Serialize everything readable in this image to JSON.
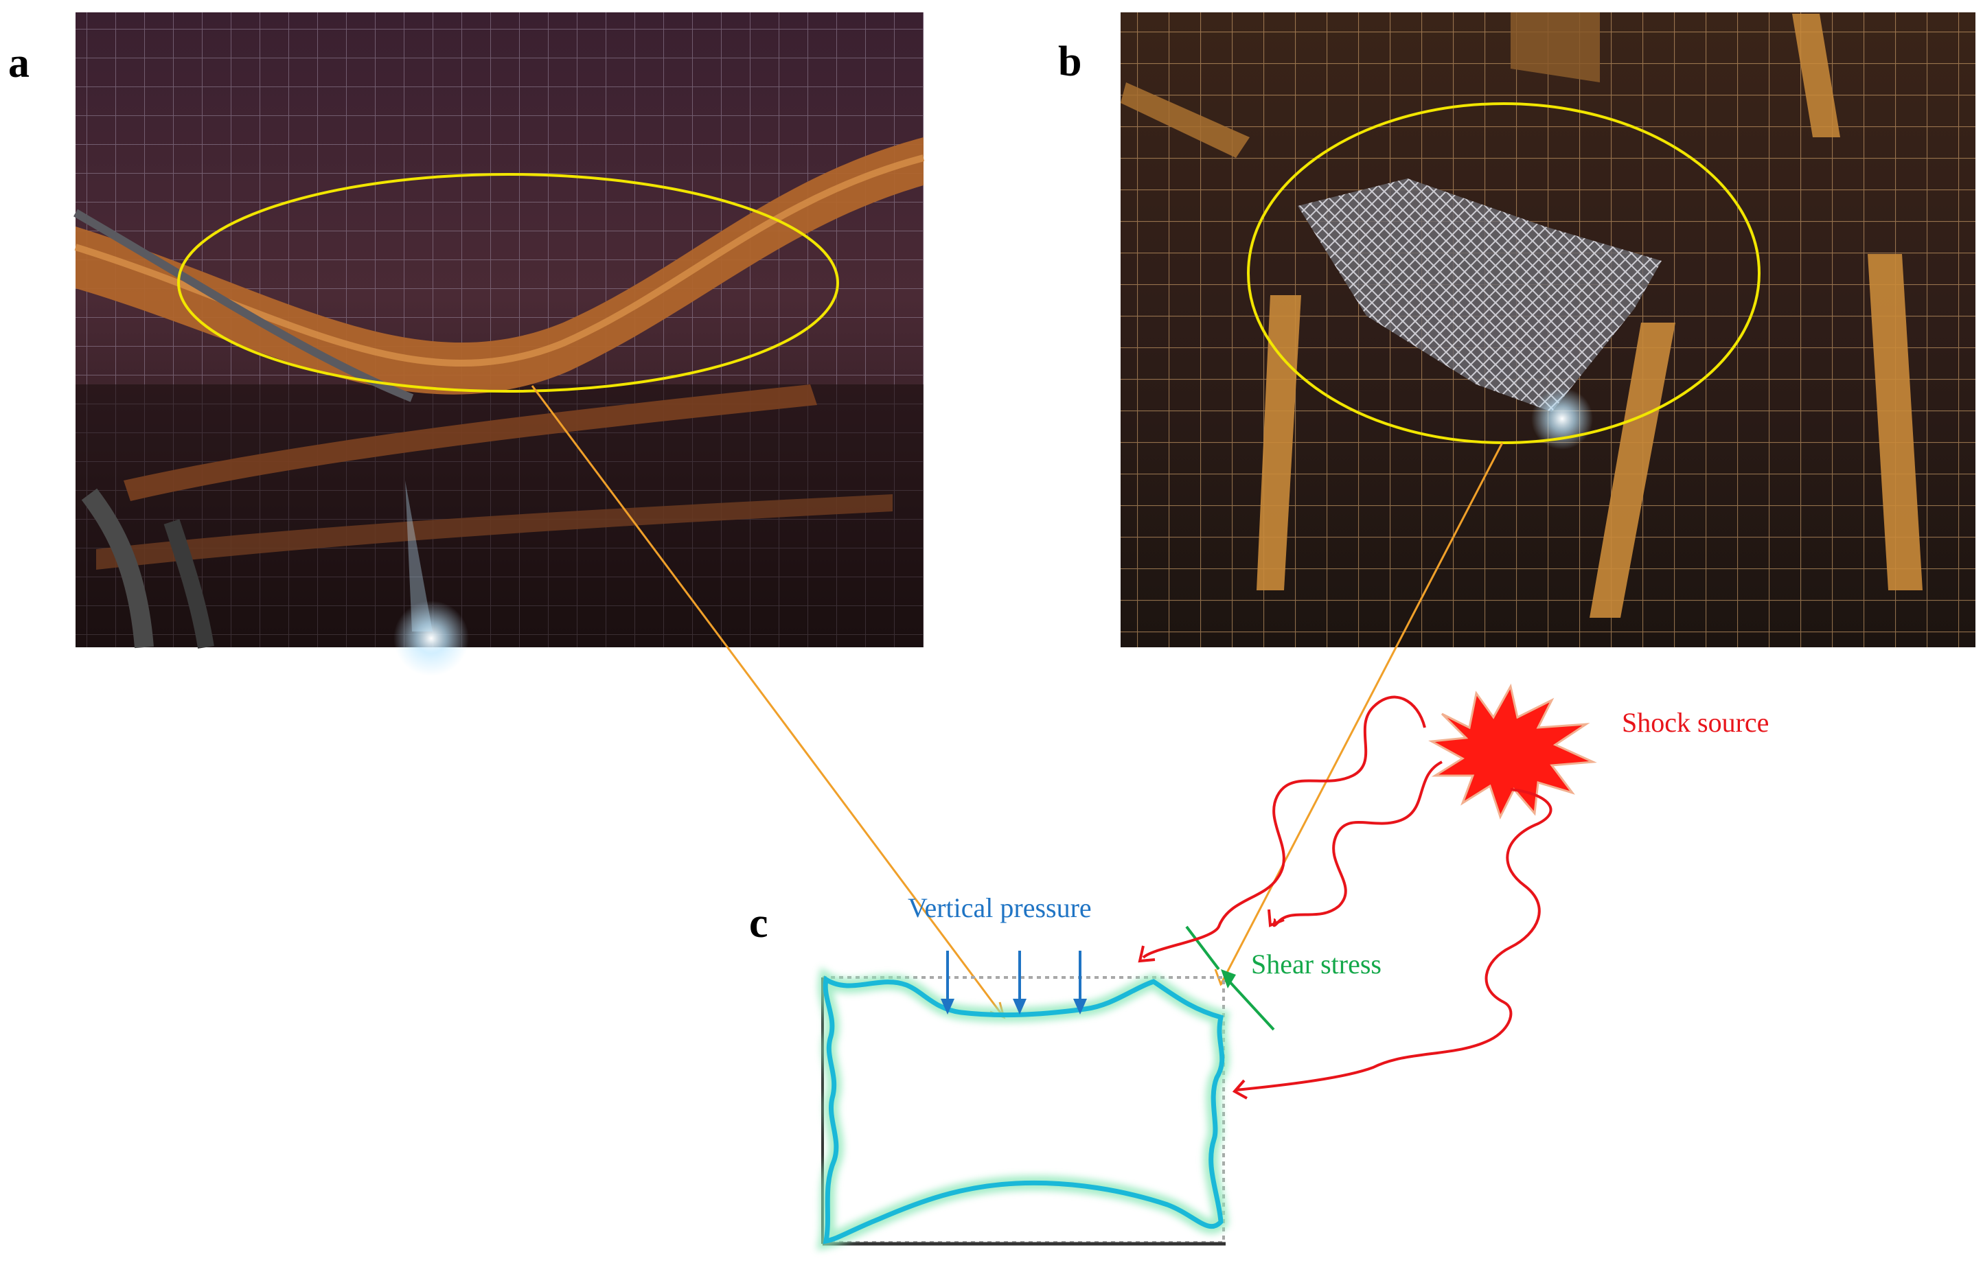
{
  "panels": {
    "a": {
      "letter": "a"
    },
    "b": {
      "letter": "b"
    },
    "c": {
      "letter": "c"
    }
  },
  "labels": {
    "vertical_pressure": "Vertical pressure",
    "shear_stress": "Shear stress",
    "shock_source": "Shock source"
  },
  "colors": {
    "vertical_pressure": "#1f74c4",
    "shear_stress": "#14a84a",
    "shock": "#e8141a",
    "connector": "#f0a02a",
    "highlight_ellipse": "#f2e600",
    "profile_fill": "#1ab8d8",
    "profile_glow": "#8de8b8",
    "dotted_outline": "#a8a8a8",
    "floor_line": "#333333"
  },
  "icons": {
    "shock_source": "starburst-icon"
  }
}
